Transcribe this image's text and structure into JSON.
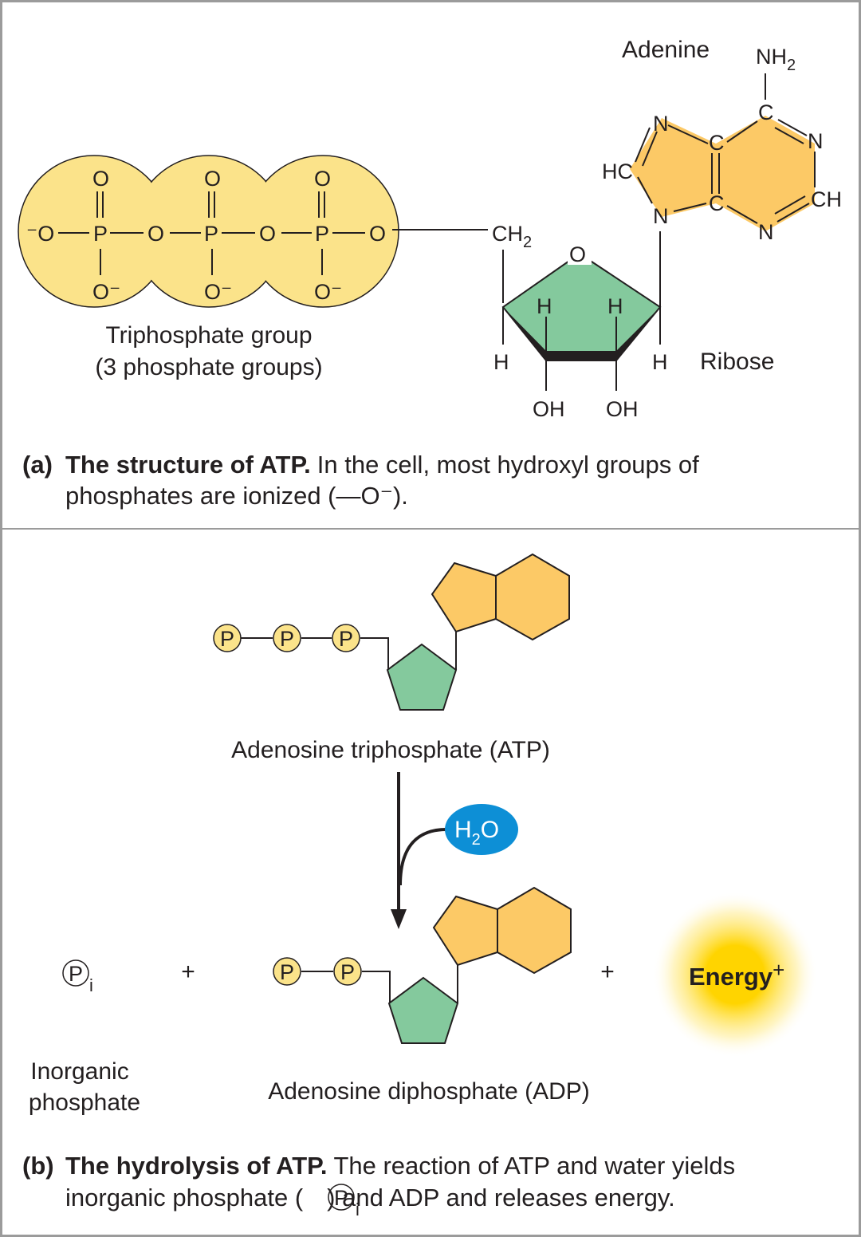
{
  "colors": {
    "phosphate": "#fbe38a",
    "adenine": "#fcc966",
    "ribose": "#84c99d",
    "water": "#0d8fd6",
    "energy": "#ffd400",
    "frame": "#9b9b9b"
  },
  "panel_a": {
    "adenine_label": "Adenine",
    "ribose_label": "Ribose",
    "triphosphate_label_1": "Triphosphate group",
    "triphosphate_label_2": "(3 phosphate groups)",
    "atoms": {
      "O": "O",
      "P": "P",
      "O_minus": "O⁻",
      "minus_O": "⁻O",
      "CH2_base": "CH",
      "sub2": "2",
      "NH2_base": "NH",
      "N": "N",
      "C": "C",
      "HC": "HC",
      "CH": "CH",
      "H": "H",
      "OH": "OH"
    },
    "caption_tag": "(a)",
    "caption_bold": "The structure of ATP.",
    "caption_rest": "In the cell, most hydroxyl groups of",
    "caption_line2": "phosphates are ionized (—O⁻)."
  },
  "panel_b": {
    "p_letter": "P",
    "atp_label": "Adenosine triphosphate (ATP)",
    "water_H": "H",
    "water_2": "2",
    "water_O": "O",
    "pi_letter": "P",
    "pi_sub": "i",
    "plus": "+",
    "energy_label": "Energy",
    "energy_plus": "+",
    "inorganic_1": "Inorganic",
    "inorganic_2": "phosphate",
    "adp_label": "Adenosine diphosphate (ADP)",
    "caption_tag": "(b)",
    "caption_bold": "The hydrolysis of ATP.",
    "caption_rest": "The reaction of ATP and water yields",
    "caption_line2_a": "inorganic phosphate (",
    "caption_line2_b": ") and ADP and releases energy."
  }
}
